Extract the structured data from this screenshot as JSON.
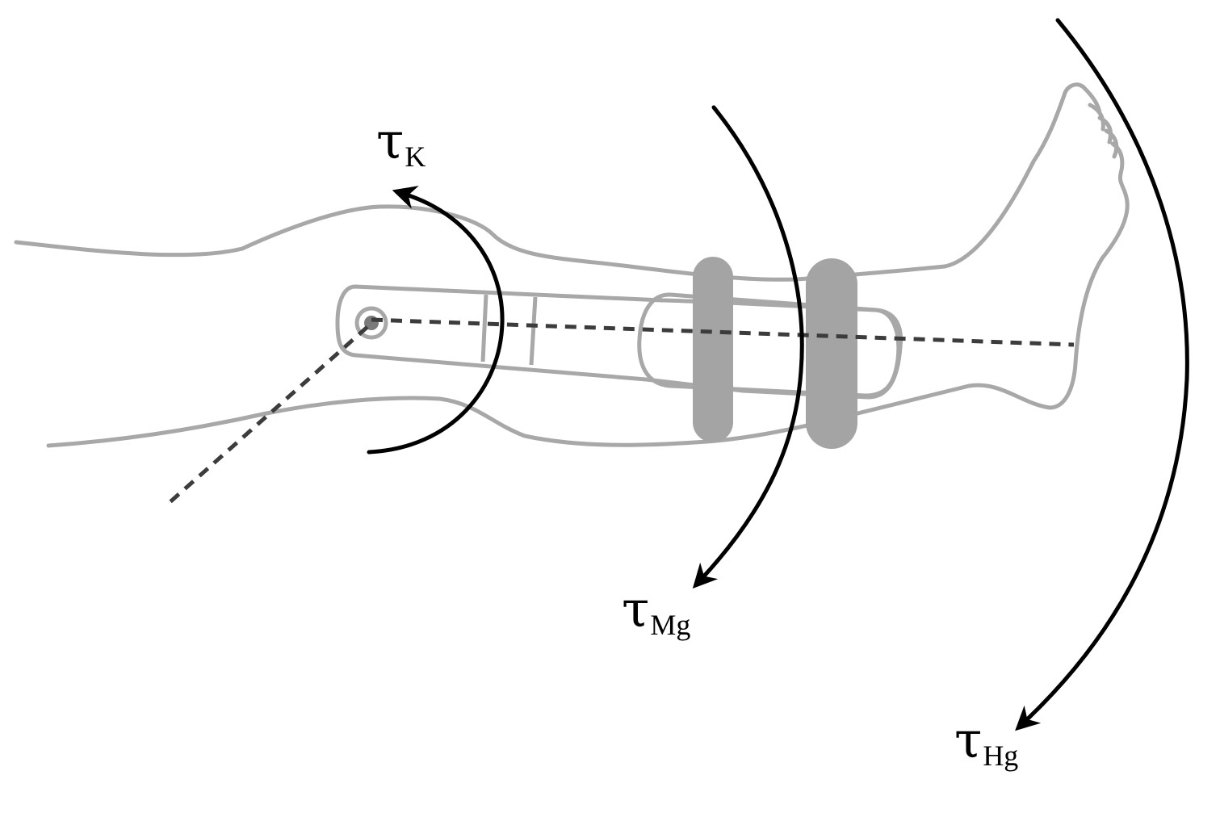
{
  "labels": {
    "knee_torque": {
      "symbol": "τ",
      "subscript": "K"
    },
    "mass_gravity_torque": {
      "symbol": "τ",
      "subscript": "Mg"
    },
    "human_gravity_torque": {
      "symbol": "τ",
      "subscript": "Hg"
    }
  },
  "colors": {
    "leg_outline": "#a8a8a8",
    "strap": "#a4a4a4",
    "dashed_line": "#3c3c3c",
    "arrow": "#000000",
    "background": "#ffffff"
  }
}
